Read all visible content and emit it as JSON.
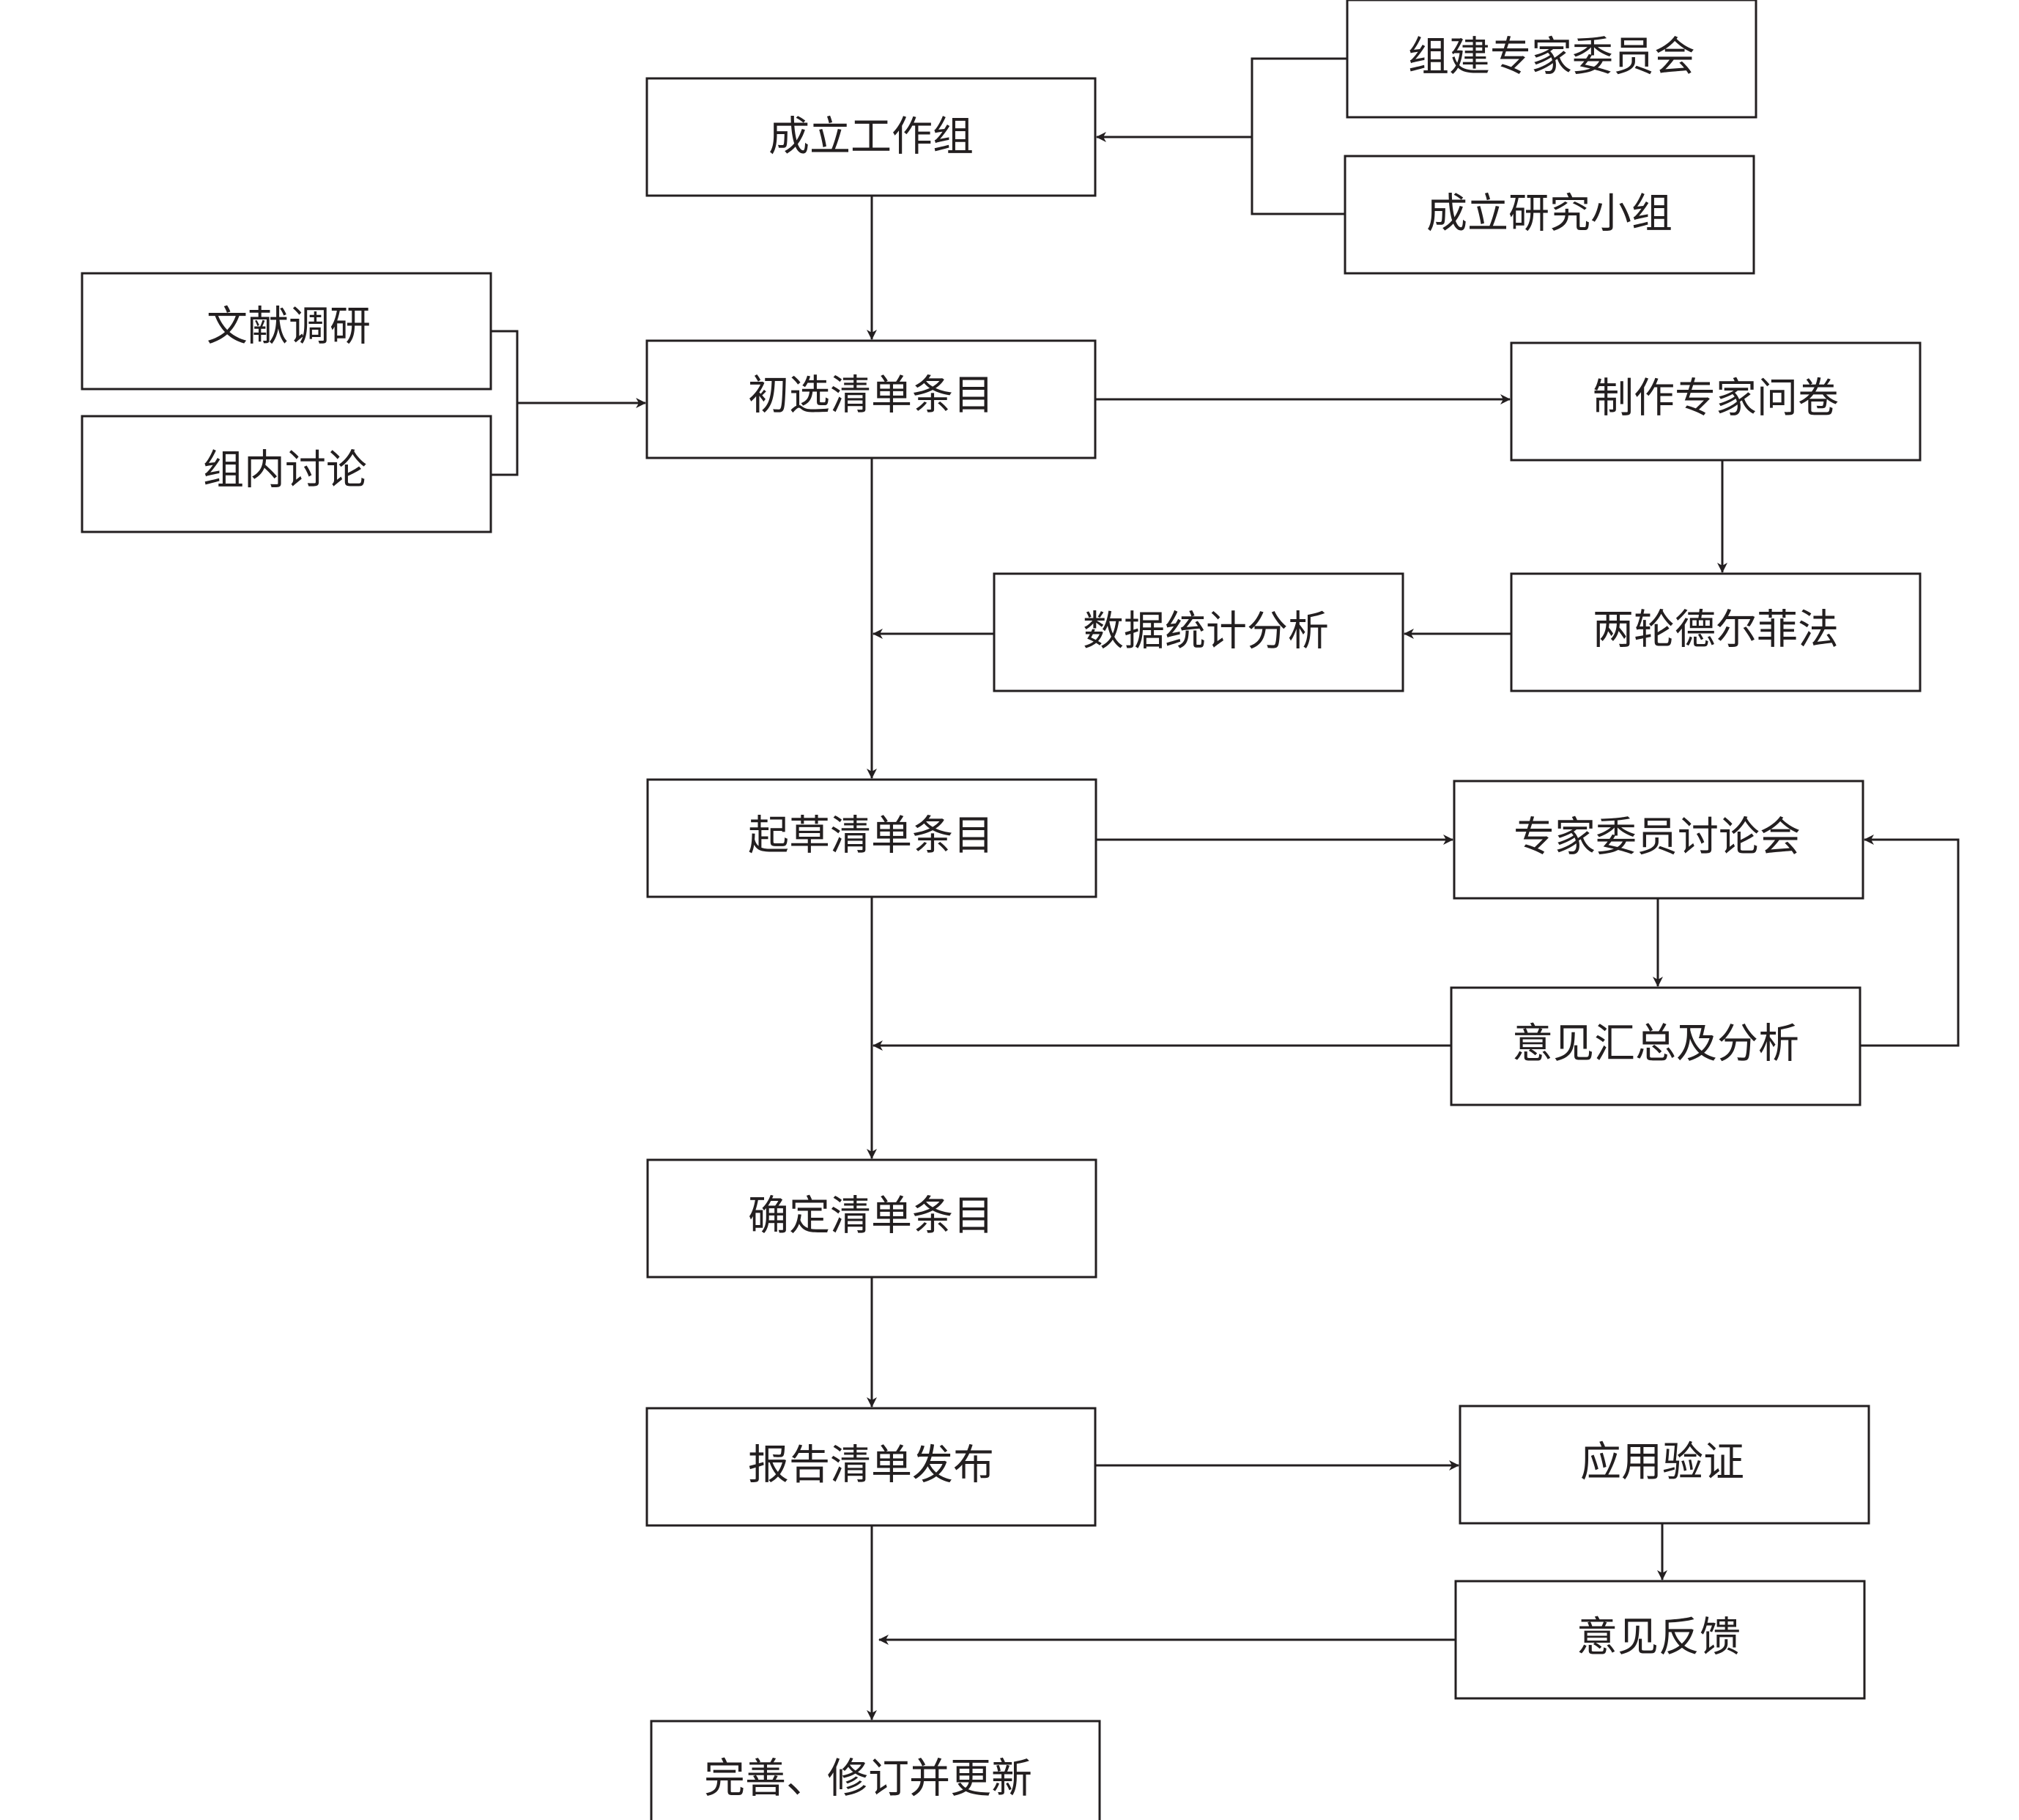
{
  "nodes": {
    "establish_team": "成立工作组",
    "expert_committee": "组建专家委员会",
    "research_group": "成立研究小组",
    "literature": "文献调研",
    "group_discussion": "组内讨论",
    "preliminary_items": "初选清单条目",
    "questionnaire": "制作专家问卷",
    "delphi": "两轮德尔菲法",
    "statistics": "数据统计分析",
    "draft_items": "起草清单条目",
    "expert_meeting": "专家委员讨论会",
    "opinion_summary": "意见汇总及分析",
    "final_items": "确定清单条目",
    "publish": "报告清单发布",
    "validation": "应用验证",
    "feedback": "意见反馈",
    "revise": "完善、修订并更新"
  },
  "colors": {
    "stroke": "#231f20",
    "background": "#ffffff"
  }
}
